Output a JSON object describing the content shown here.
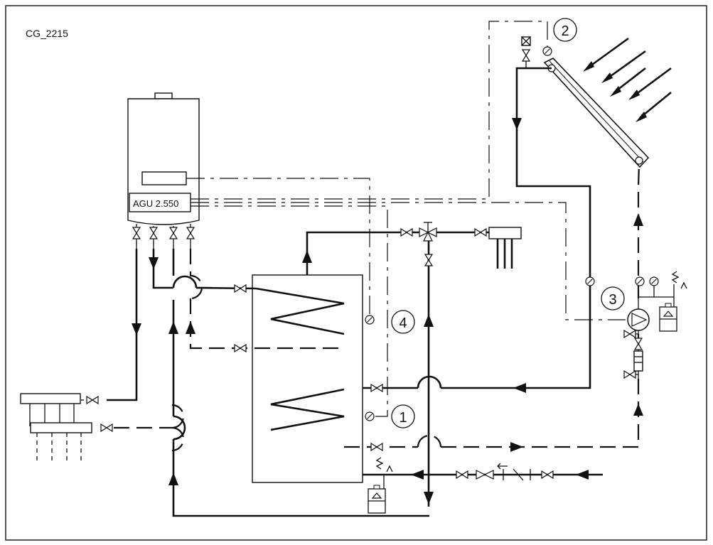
{
  "diagram": {
    "code": "CG_2215",
    "controller_label": "AGU 2.550",
    "callouts": [
      "1",
      "2",
      "3",
      "4"
    ]
  },
  "colors": {
    "line": "#111111",
    "background": "#ffffff"
  }
}
